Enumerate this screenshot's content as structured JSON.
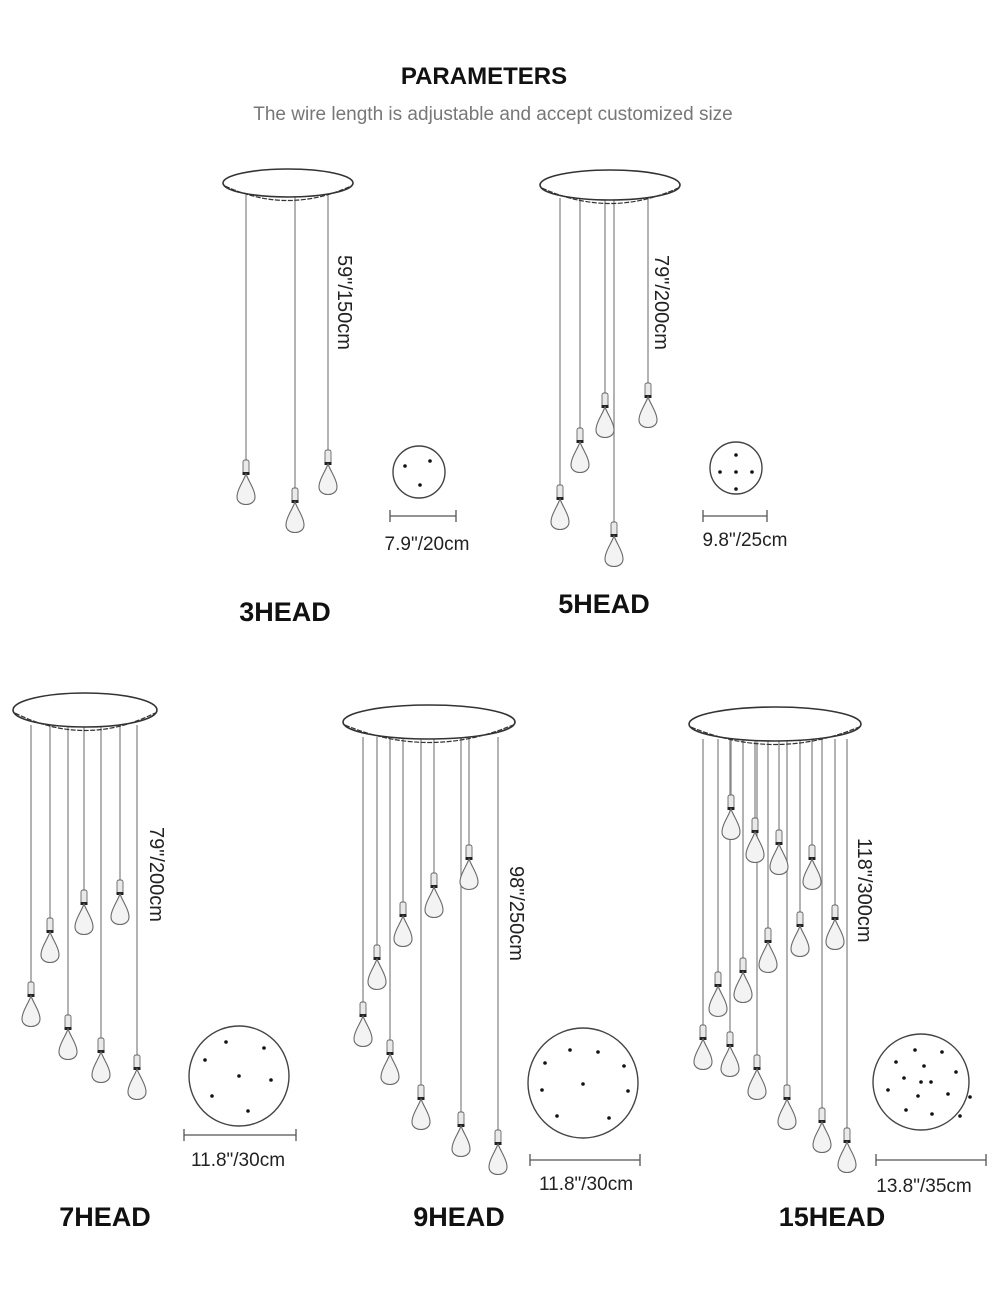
{
  "header": {
    "title": "PARAMETERS",
    "subtitle": "The wire length is adjustable and accept customized size"
  },
  "models": [
    {
      "name": "3HEAD",
      "wire_length": "59\"/150cm",
      "canopy_size": "7.9\"/20cm",
      "heads": 3,
      "plate_holes": 3
    },
    {
      "name": "5HEAD",
      "wire_length": "79\"/200cm",
      "canopy_size": "9.8\"/25cm",
      "heads": 5,
      "plate_holes": 5
    },
    {
      "name": "7HEAD",
      "wire_length": "79\"/200cm",
      "canopy_size": "11.8\"/30cm",
      "heads": 7,
      "plate_holes": 7
    },
    {
      "name": "9HEAD",
      "wire_length": "98\"/250cm",
      "canopy_size": "11.8\"/30cm",
      "heads": 9,
      "plate_holes": 9
    },
    {
      "name": "15HEAD",
      "wire_length": "118\"/300cm",
      "canopy_size": "13.8\"/35cm",
      "heads": 15,
      "plate_holes": 15
    }
  ]
}
